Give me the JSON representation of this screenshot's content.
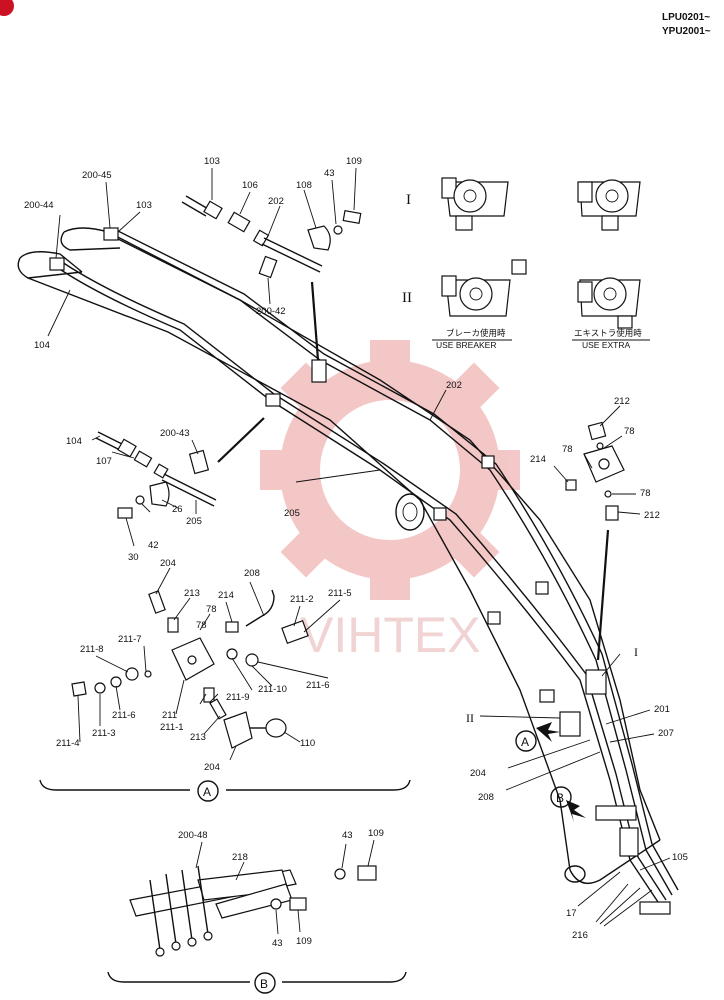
{
  "header": {
    "code1": "LPU0201~",
    "code2": "YPU2001~"
  },
  "watermark": "VIHTEX",
  "roman": {
    "one": "I",
    "two": "II"
  },
  "captions": {
    "breaker_jp": "ブレーカ使用時",
    "breaker_en": "USE BREAKER",
    "extra_jp": "エキストラ使用時",
    "extra_en": "USE EXTRA"
  },
  "sections": {
    "a": "A",
    "b": "B"
  },
  "labels": {
    "p103a": "103",
    "p106": "106",
    "p108": "108",
    "p43a": "43",
    "p109a": "109",
    "p202a": "202",
    "p200_42": "200-42",
    "p200_45": "200-45",
    "p103b": "103",
    "p200_44": "200-44",
    "p104a": "104",
    "p202b": "202",
    "p212a": "212",
    "p78a": "78",
    "p214a": "214",
    "p78b": "78",
    "p78c": "78",
    "p212b": "212",
    "p200_43": "200-43",
    "p104b": "104",
    "p107": "107",
    "p205a": "205",
    "p26": "26",
    "p42": "42",
    "p30": "30",
    "p205b": "205",
    "p204a": "204",
    "p213a": "213",
    "p214b": "214",
    "p208a": "208",
    "p78d": "78",
    "p78e": "78",
    "p211_2": "211-2",
    "p211_5": "211-5",
    "p211_7": "211-7",
    "p211_8": "211-8",
    "p211_6a": "211-6",
    "p211_6b": "211-6",
    "p211_10": "211-10",
    "p211_9": "211-9",
    "p211": "211",
    "p211_1": "211-1",
    "p211_3": "211-3",
    "p211_4": "211-4",
    "p213b": "213",
    "p110": "110",
    "p204b": "204",
    "pI": "I",
    "pII": "II",
    "p201": "201",
    "p207": "207",
    "p204c": "204",
    "p208b": "208",
    "p105": "105",
    "p17": "17",
    "p216": "216",
    "p200_48": "200-48",
    "p218": "218",
    "p43b": "43",
    "p109b": "109",
    "p43c": "43",
    "p109c": "109"
  }
}
